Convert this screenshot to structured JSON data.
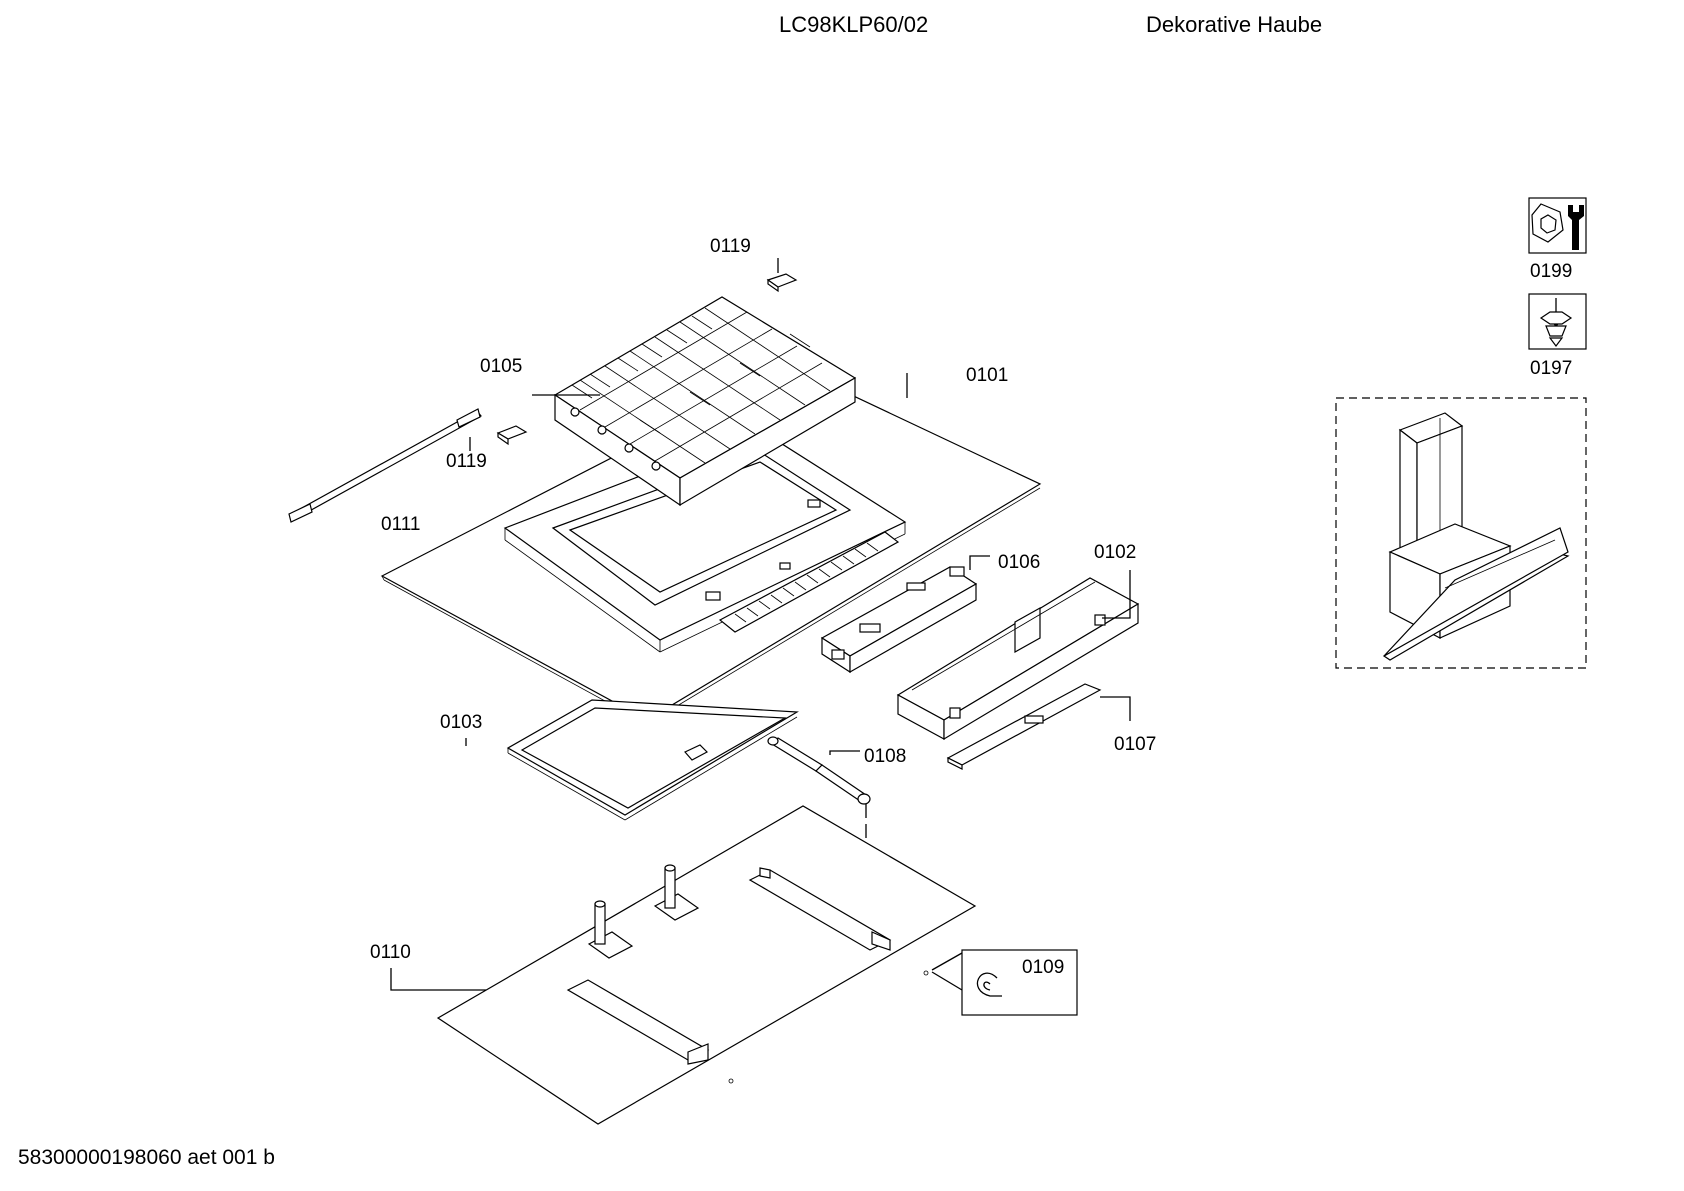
{
  "header": {
    "model": "LC98KLP60/02",
    "description": "Dekorative Haube"
  },
  "footer": {
    "code": "58300000198060 aet 001 b"
  },
  "parts": {
    "p0119a": "0119",
    "p0105": "0105",
    "p0101": "0101",
    "p0119b": "0119",
    "p0111": "0111",
    "p0106": "0106",
    "p0102": "0102",
    "p0103": "0103",
    "p0108": "0108",
    "p0107": "0107",
    "p0110": "0110",
    "p0109": "0109"
  },
  "legend": {
    "service_code": "0199",
    "fastening_code": "0197",
    "service_icon": "wrench-icon",
    "fastening_icon": "screw-icon"
  }
}
